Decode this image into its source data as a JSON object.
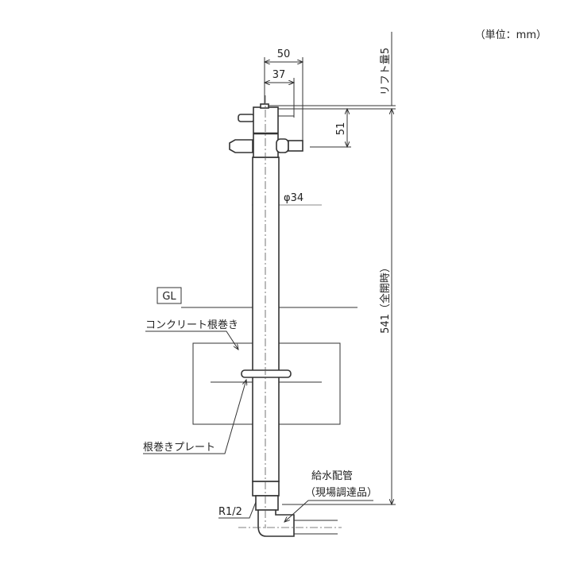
{
  "unit_note": "（単位：mm）",
  "dimensions": {
    "width_50": "50",
    "width_37": "37",
    "height_51": "51",
    "lift": "リフト量5",
    "total_height": "541（全開時）",
    "diameter": "φ34"
  },
  "labels": {
    "ground_level": "GL",
    "concrete": "コンクリート根巻き",
    "plate": "根巻きプレート",
    "thread": "R1/2",
    "supply_pipe": "給水配管",
    "supply_pipe_note": "（現場調達品）"
  }
}
